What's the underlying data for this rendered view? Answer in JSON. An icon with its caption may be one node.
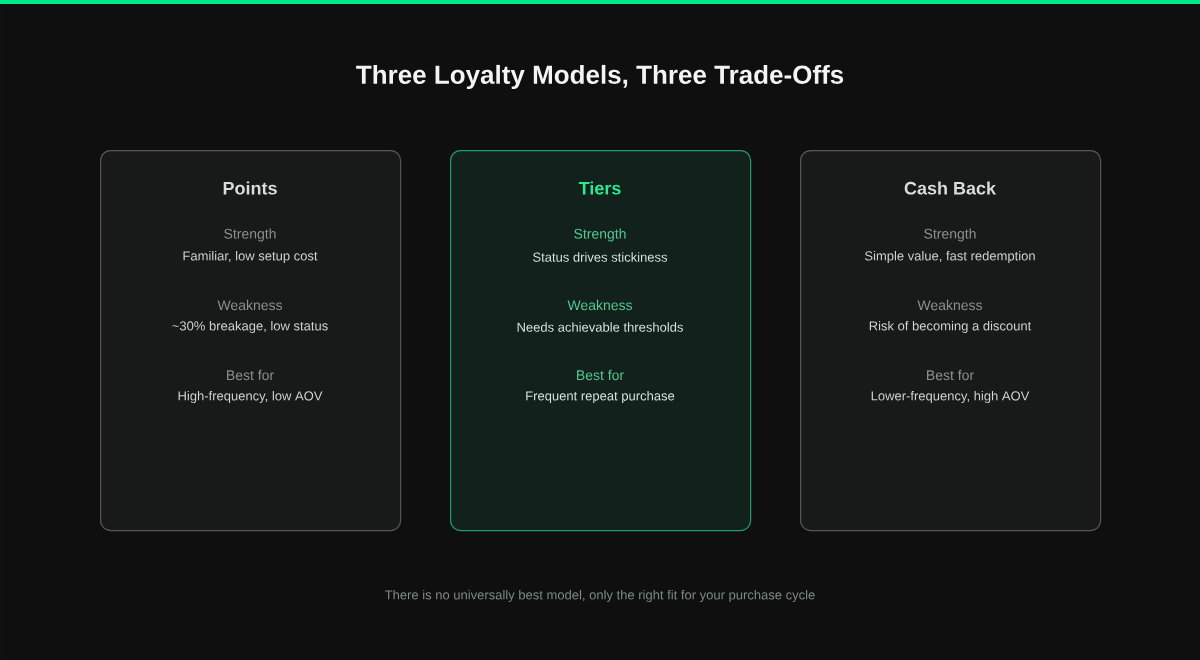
{
  "diagram": {
    "title": "Three Loyalty Models, Three Trade-Offs",
    "caption": "There is no universally best model, only the right fit for your purchase cycle",
    "nodes": [
      {
        "text": [
          "Points",
          "Strength",
          "Familiar, low setup cost",
          "Weakness",
          "~30% breakage, low status",
          "Best for",
          "High-frequency, low AOV"
        ]
      },
      {
        "text": [
          "Tiers",
          "Strength",
          "Status drives stickiness",
          "Weakness",
          "Needs achievable thresholds",
          "Best for",
          "Frequent repeat purchase"
        ]
      },
      {
        "text": [
          "Cash Back",
          "Strength",
          "Simple value, fast redemption",
          "Weakness",
          "Risk of becoming a discount",
          "Best for",
          "Lower-frequency, high AOV"
        ]
      }
    ]
  }
}
